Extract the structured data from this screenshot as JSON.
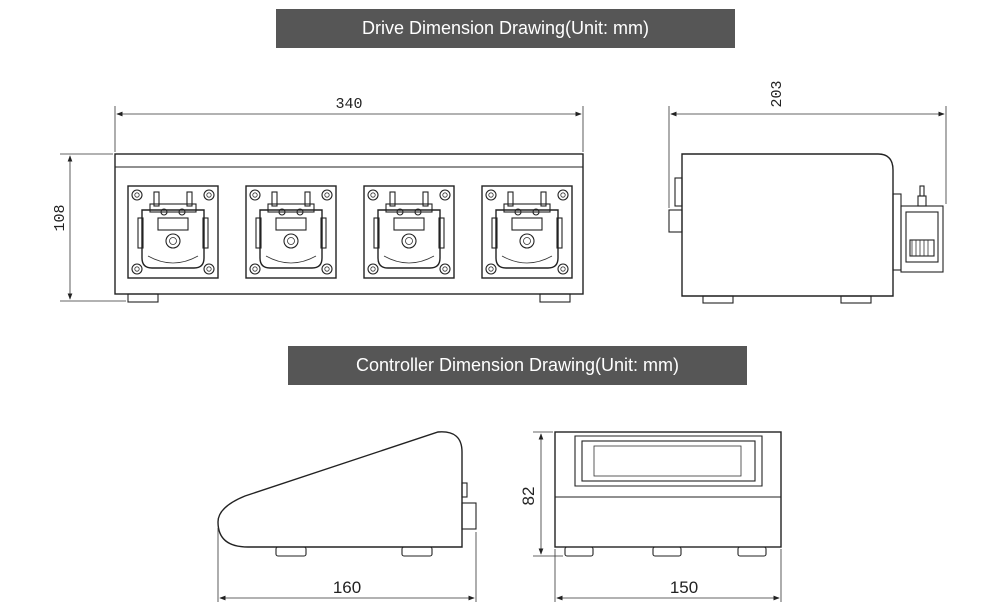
{
  "drive": {
    "title": "Drive Dimension Drawing(Unit: mm)",
    "width_label": "340",
    "height_label": "108",
    "depth_label": "203",
    "pump_heads": 4
  },
  "controller": {
    "title": "Controller Dimension Drawing(Unit: mm)",
    "depth_label": "160",
    "width_label": "150",
    "height_label": "82"
  }
}
